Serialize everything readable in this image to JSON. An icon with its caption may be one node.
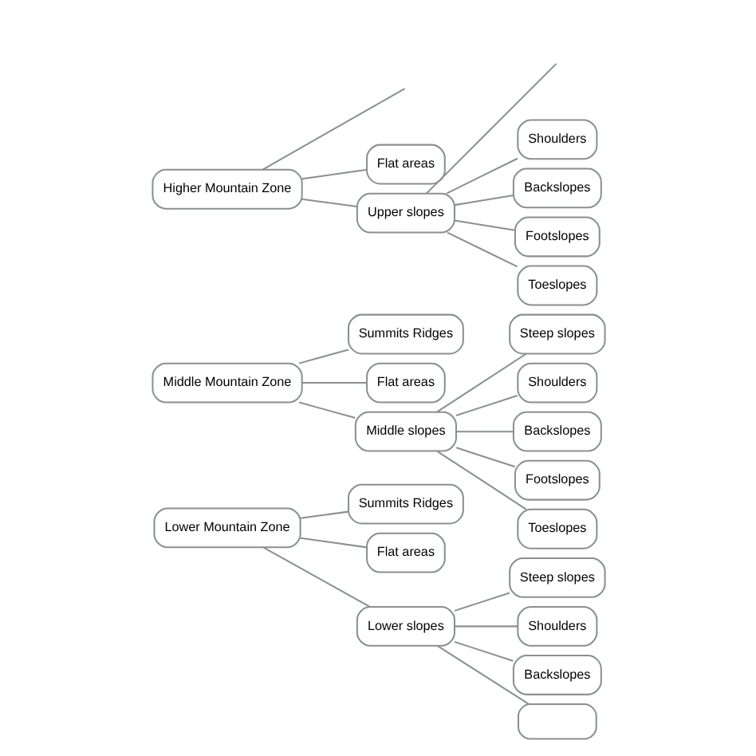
{
  "diagram": {
    "nodes": [
      {
        "text": [
          "Higher Mountain Zone"
        ]
      },
      {
        "text": [
          "Flat areas"
        ]
      },
      {
        "text": [
          "Upper slopes"
        ]
      },
      {
        "text": [
          "Shoulders"
        ]
      },
      {
        "text": [
          "Backslopes"
        ]
      },
      {
        "text": [
          "Footslopes"
        ]
      },
      {
        "text": [
          "Toeslopes"
        ]
      },
      {
        "text": [
          "Middle Mountain Zone"
        ]
      },
      {
        "text": [
          "Summits Ridges"
        ]
      },
      {
        "text": [
          "Flat areas"
        ]
      },
      {
        "text": [
          "Middle slopes"
        ]
      },
      {
        "text": [
          "Steep slopes"
        ]
      },
      {
        "text": [
          "Shoulders"
        ]
      },
      {
        "text": [
          "Backslopes"
        ]
      },
      {
        "text": [
          "Footslopes"
        ]
      },
      {
        "text": [
          "Toeslopes"
        ]
      },
      {
        "text": [
          "Lower Mountain Zone"
        ]
      },
      {
        "text": [
          "Summits Ridges"
        ]
      },
      {
        "text": [
          "Flat areas"
        ]
      },
      {
        "text": [
          "Lower slopes"
        ]
      },
      {
        "text": [
          "Steep slopes"
        ]
      },
      {
        "text": [
          "Shoulders"
        ]
      },
      {
        "text": [
          "Backslopes"
        ]
      },
      {
        "text": [],
        "shape": "box"
      }
    ],
    "edges": [
      {
        "from": 0,
        "to": null,
        "arrow": "none"
      },
      {
        "from": 0,
        "to": 1,
        "arrow": "none"
      },
      {
        "from": 0,
        "to": 2,
        "arrow": "none"
      },
      {
        "from": 2,
        "to": null,
        "arrow": "none"
      },
      {
        "from": 2,
        "to": 3,
        "arrow": "none"
      },
      {
        "from": 2,
        "to": 4,
        "arrow": "none"
      },
      {
        "from": 2,
        "to": 5,
        "arrow": "none"
      },
      {
        "from": 2,
        "to": 6,
        "arrow": "none"
      },
      {
        "from": 7,
        "to": 8,
        "arrow": "none"
      },
      {
        "from": 7,
        "to": 9,
        "arrow": "none"
      },
      {
        "from": 7,
        "to": 10,
        "arrow": "none"
      },
      {
        "from": 10,
        "to": 11,
        "arrow": "none"
      },
      {
        "from": 10,
        "to": 12,
        "arrow": "none"
      },
      {
        "from": 10,
        "to": 13,
        "arrow": "none"
      },
      {
        "from": 10,
        "to": 14,
        "arrow": "none"
      },
      {
        "from": 10,
        "to": 15,
        "arrow": "none"
      },
      {
        "from": 16,
        "to": 17,
        "arrow": "none"
      },
      {
        "from": 16,
        "to": 18,
        "arrow": "none"
      },
      {
        "from": 16,
        "to": 19,
        "arrow": "none"
      },
      {
        "from": 19,
        "to": 20,
        "arrow": "none"
      },
      {
        "from": 19,
        "to": 21,
        "arrow": "none"
      },
      {
        "from": 19,
        "to": 22,
        "arrow": "none"
      },
      {
        "from": 19,
        "to": 23,
        "arrow": "none"
      }
    ]
  }
}
